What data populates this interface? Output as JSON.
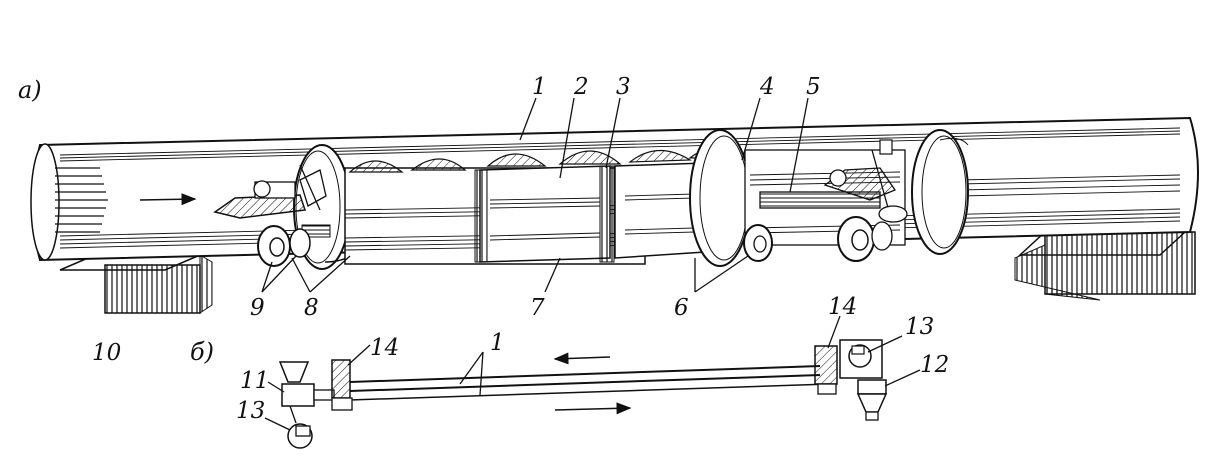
{
  "panels": {
    "a": {
      "label": "а)"
    },
    "b": {
      "label": "б)"
    }
  },
  "callouts": {
    "a": [
      "1",
      "2",
      "3",
      "4",
      "5",
      "6",
      "7",
      "8",
      "9",
      "10"
    ],
    "b": [
      "1",
      "11",
      "12",
      "13",
      "13",
      "14",
      "14"
    ]
  },
  "colors": {
    "ink": "#111111",
    "paper": "#ffffff",
    "shade": "#555555"
  }
}
